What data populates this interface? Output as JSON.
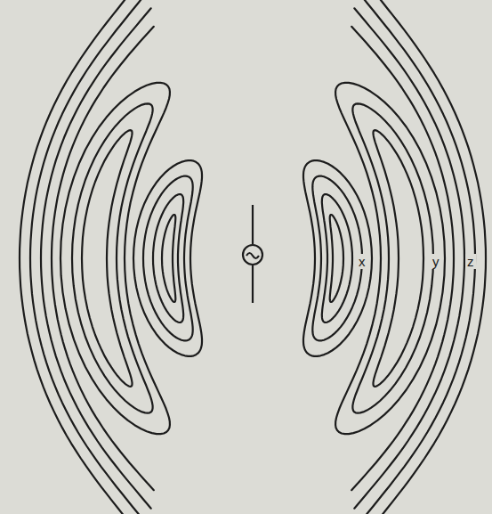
{
  "diagram": {
    "labels": [
      "x",
      "y",
      "z"
    ]
  }
}
